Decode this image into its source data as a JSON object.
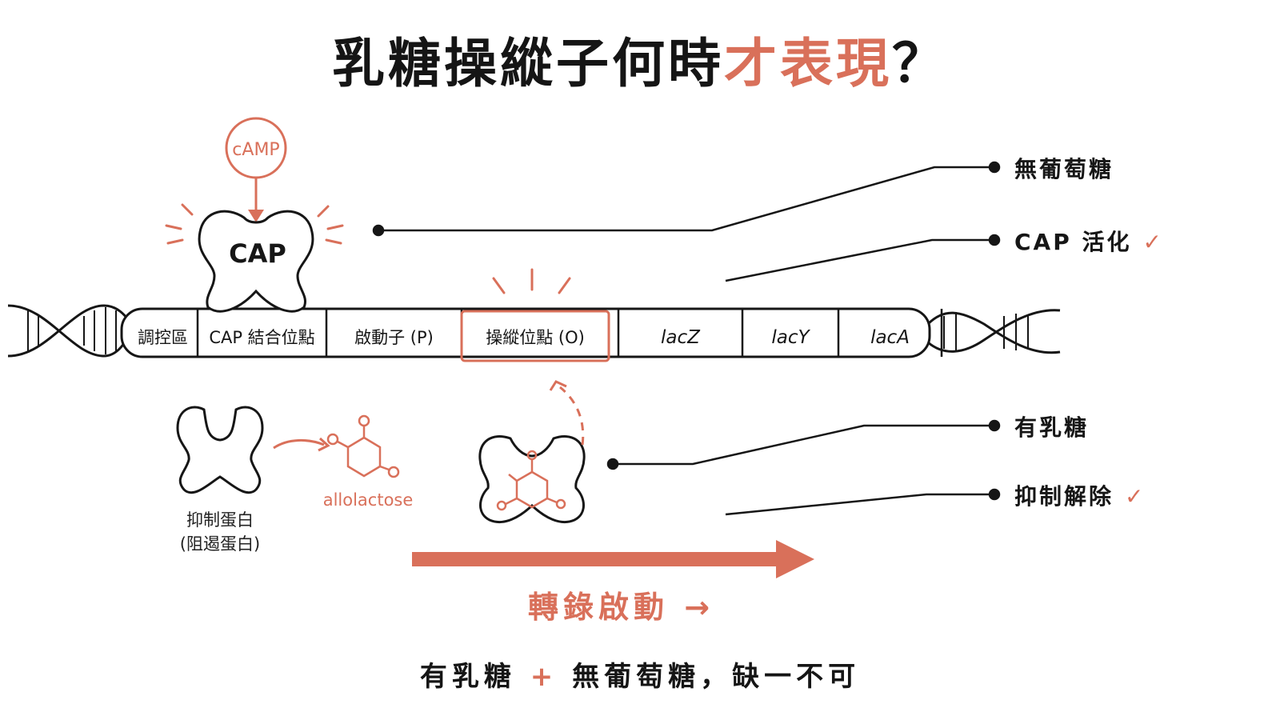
{
  "title": {
    "main": "乳糖操縱子何時",
    "accent": "才表現",
    "end": "？"
  },
  "camp_label": "cAMP",
  "cap_label": "CAP",
  "dna_segments": [
    {
      "label": "調控區"
    },
    {
      "label": "CAP 結合位點"
    },
    {
      "label": "啟動子 (P)"
    },
    {
      "label": "操縱位點 (O)",
      "highlight": true
    },
    {
      "label": "lacZ",
      "gene": true
    },
    {
      "label": "lacY",
      "gene": true
    },
    {
      "label": "lacA",
      "gene": true
    }
  ],
  "conditions": [
    {
      "text": "無葡萄糖",
      "check": ""
    },
    {
      "text": "CAP 活化",
      "check": "✓"
    },
    {
      "text": "有乳糖",
      "check": ""
    },
    {
      "text": "抑制解除",
      "check": "✓"
    }
  ],
  "repressor_label": {
    "line1": "抑制蛋白",
    "line2": "(阻遏蛋白)"
  },
  "inducer_label": "allolactose",
  "transcription_label": "轉錄啟動 →",
  "footer": {
    "part1": "有乳糖",
    "plus": "+",
    "part2": "無葡萄糖，缺一不可"
  },
  "colors": {
    "accent": "#d9705a",
    "ink": "#161616"
  }
}
